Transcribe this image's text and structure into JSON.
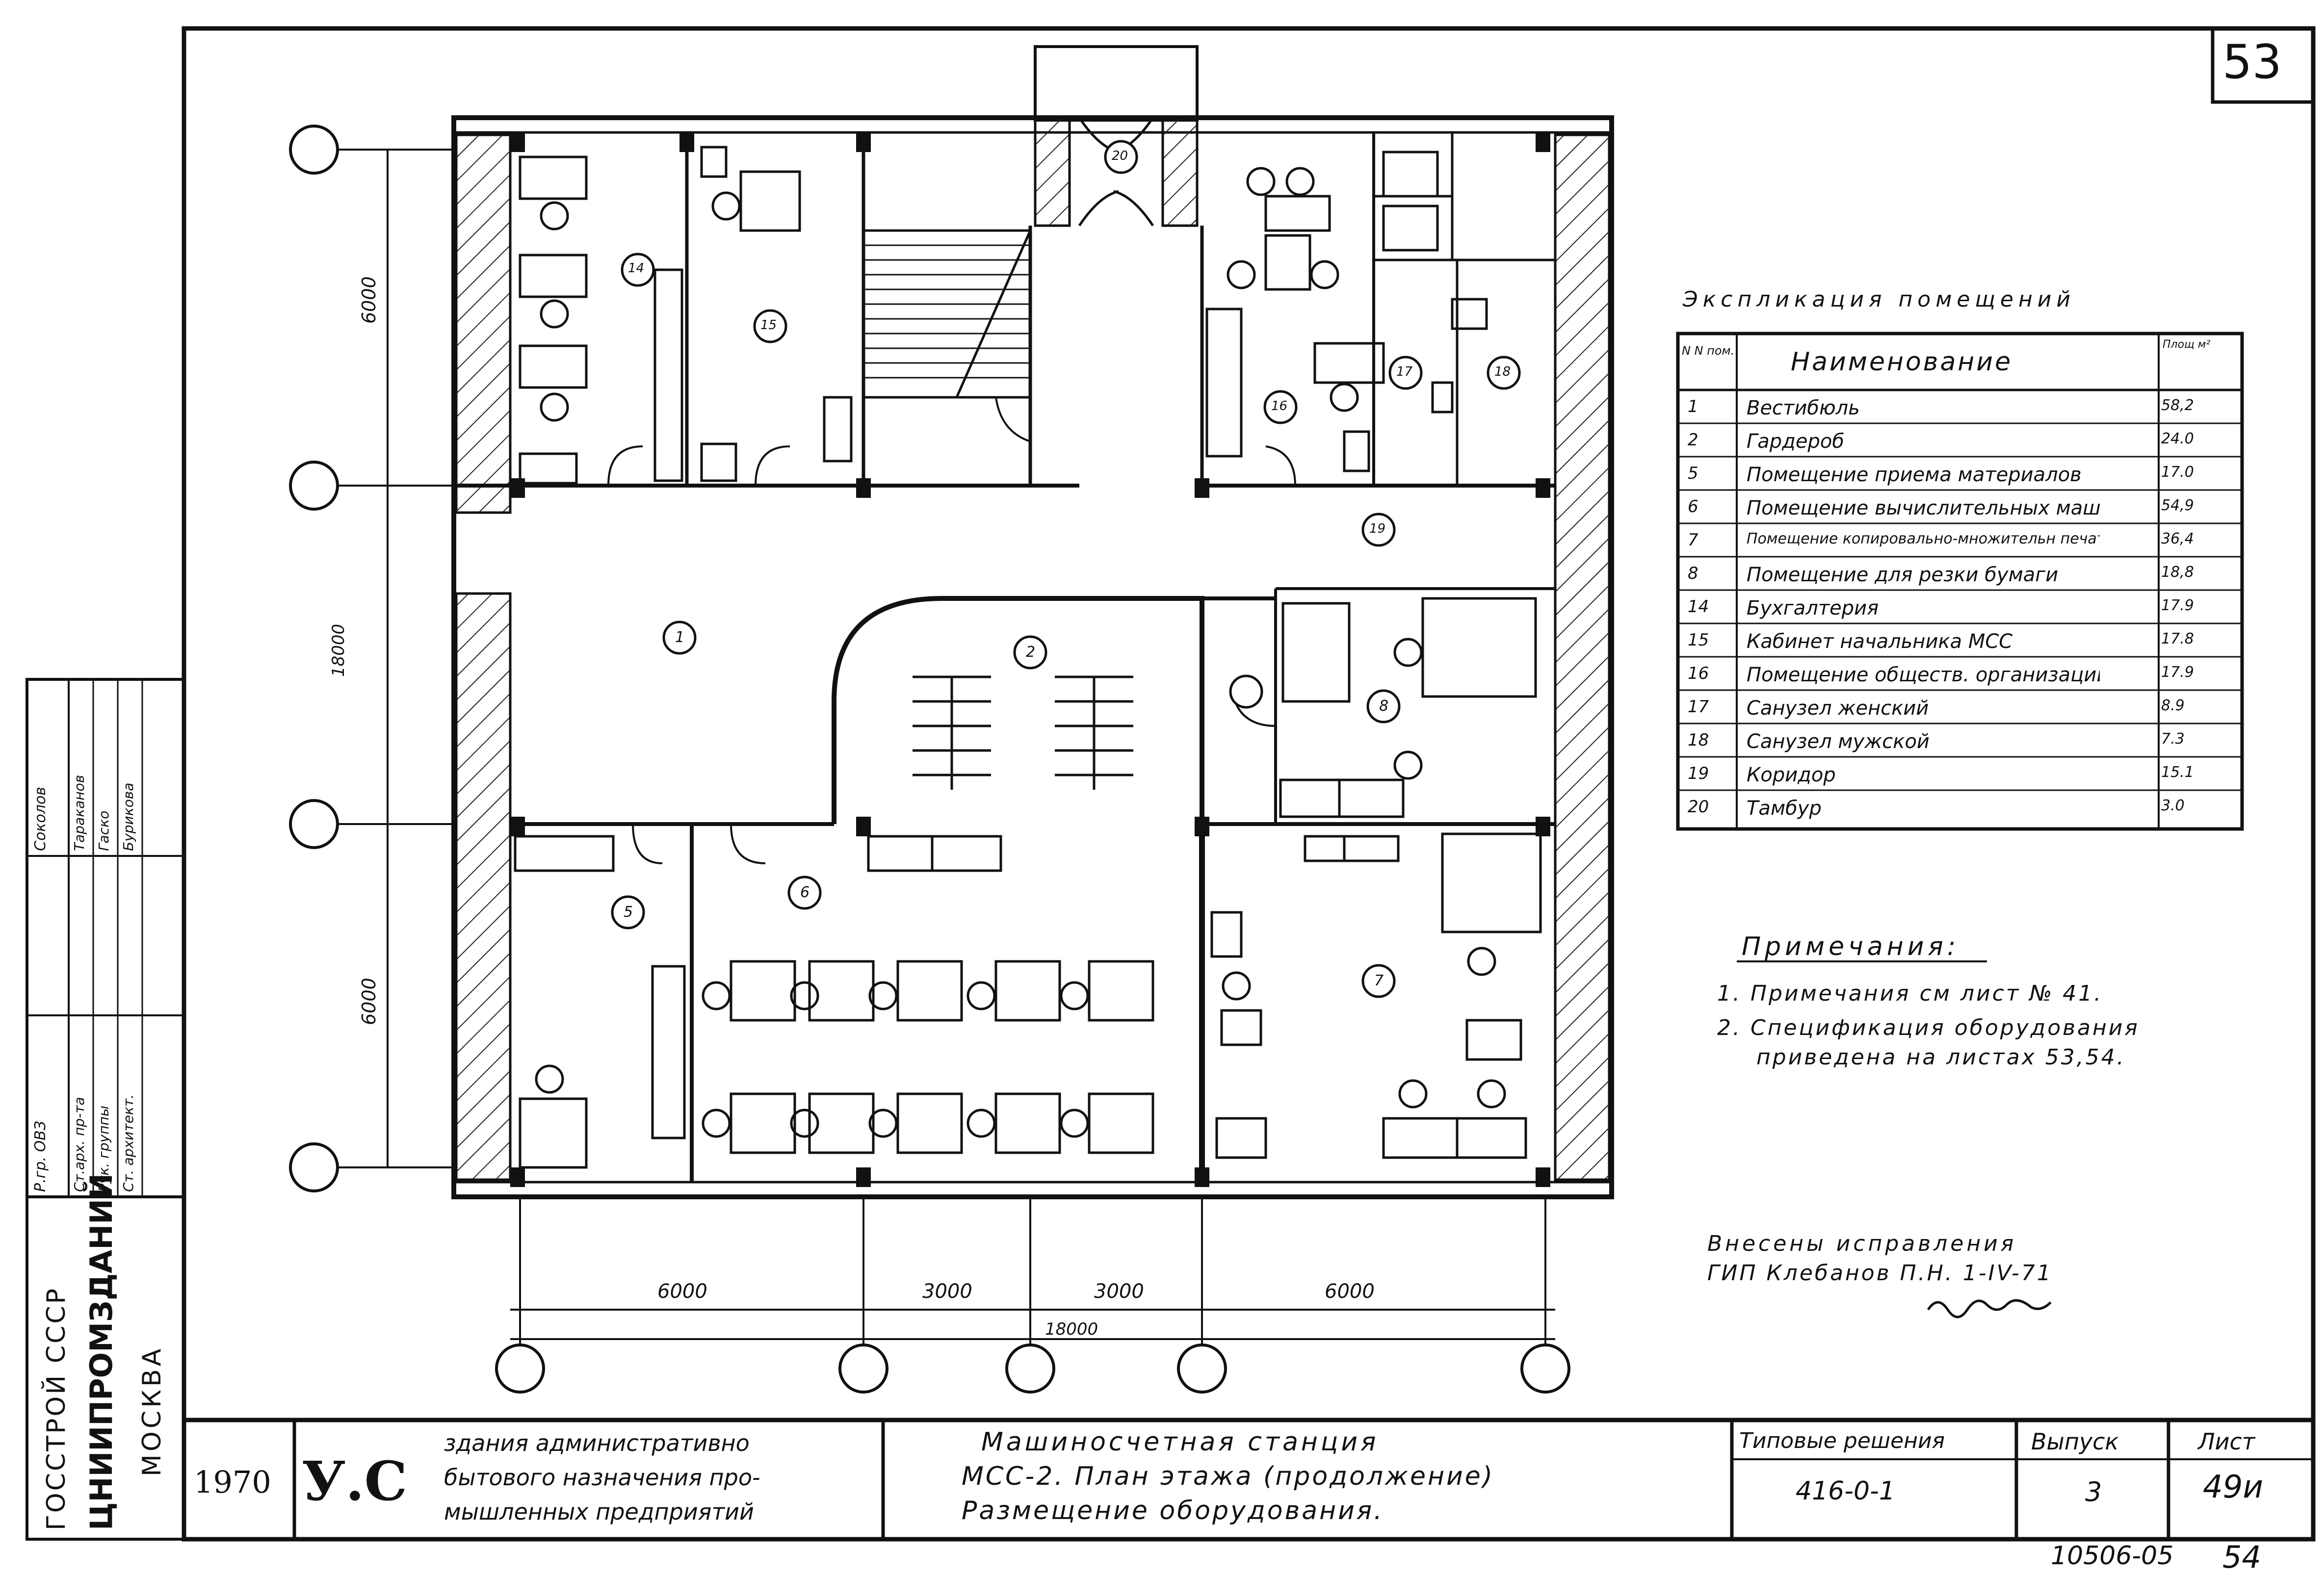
{
  "sheet_number": "53",
  "explication": {
    "title": "Экспликация помещений",
    "headers": {
      "num": "N N пом.",
      "name": "Наименование",
      "area": "Площ м²"
    },
    "rows": [
      {
        "num": "1",
        "name": "Вестибюль",
        "area": "58,2"
      },
      {
        "num": "2",
        "name": "Гардероб",
        "area": "24.0"
      },
      {
        "num": "5",
        "name": "Помещение приема материалов",
        "area": "17.0"
      },
      {
        "num": "6",
        "name": "Помещение вычислительных машин",
        "area": "54,9"
      },
      {
        "num": "7",
        "name": "Помещение копировально-множительн печат",
        "area": "36,4"
      },
      {
        "num": "8",
        "name": "Помещение для резки бумаги",
        "area": "18,8"
      },
      {
        "num": "14",
        "name": "Бухгалтерия",
        "area": "17.9"
      },
      {
        "num": "15",
        "name": "Кабинет начальника МСС",
        "area": "17.8"
      },
      {
        "num": "16",
        "name": "Помещение обществ. организаций",
        "area": "17.9"
      },
      {
        "num": "17",
        "name": "Санузел женский",
        "area": "8.9"
      },
      {
        "num": "18",
        "name": "Санузел мужской",
        "area": "7.3"
      },
      {
        "num": "19",
        "name": "Коридор",
        "area": "15.1"
      },
      {
        "num": "20",
        "name": "Тамбур",
        "area": "3.0"
      }
    ]
  },
  "notes": {
    "title": "Примечания:",
    "items": [
      "1. Примечания см лист № 41.",
      "2. Спецификация оборудования",
      "приведена на листах 53,54."
    ]
  },
  "corrections": {
    "line1": "Внесены исправления",
    "line2": "ГИП    Клебанов П.Н.  1-IV-71"
  },
  "dimensions": {
    "bottom": [
      "6000",
      "3000",
      "3000",
      "6000"
    ],
    "bottom_total": "18000",
    "left": [
      "6000",
      "6000"
    ],
    "left_total": "18000"
  },
  "rooms": [
    "1",
    "2",
    "5",
    "6",
    "7",
    "8",
    "14",
    "15",
    "16",
    "17",
    "18",
    "19",
    "20"
  ],
  "signatures": {
    "roles": [
      "Р.гр. ОВЗ",
      "Ст.арх. пр-та",
      "Рук. группы",
      "Ст. архитект."
    ],
    "names": [
      "Соколов",
      "Тараканов",
      "Гаско",
      "Бурикова"
    ]
  },
  "org": {
    "line1": "ГОССТРОЙ СССР",
    "line2": "ЦНИИПРОМЗДАНИЙ",
    "line3": "МОСКВА"
  },
  "title_block": {
    "year": "1970",
    "code": "У.С",
    "subject": [
      "здания административно",
      "бытового назначения про-",
      "мышленных предприятий"
    ],
    "drawing": [
      "Машиносчетная станция",
      "МСС-2. План этажа (продолжение)",
      "Размещение оборудования."
    ],
    "series_label": "Типовые решения",
    "series_value": "416-0-1",
    "issue_label": "Выпуск",
    "issue_value": "3",
    "sheet_label": "Лист",
    "sheet_value": "49и",
    "inventory": "10506-05",
    "page": "54"
  }
}
